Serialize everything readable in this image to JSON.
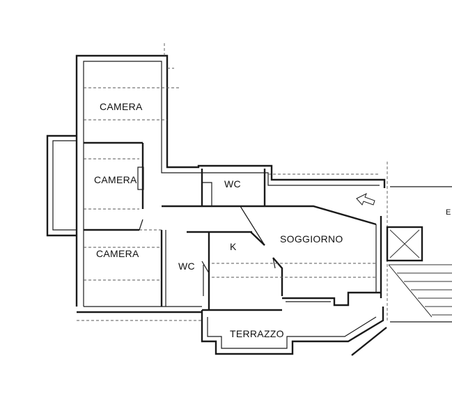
{
  "rooms": {
    "camera_top": "CAMERA",
    "camera_mid": "CAMERA",
    "camera_bottom": "CAMERA",
    "wc_upper": "WC",
    "wc_lower": "WC",
    "kitchen": "K",
    "soggiorno": "SOGGIORNO",
    "terrazzo": "TERRAZZO"
  },
  "edge_letter": "E"
}
